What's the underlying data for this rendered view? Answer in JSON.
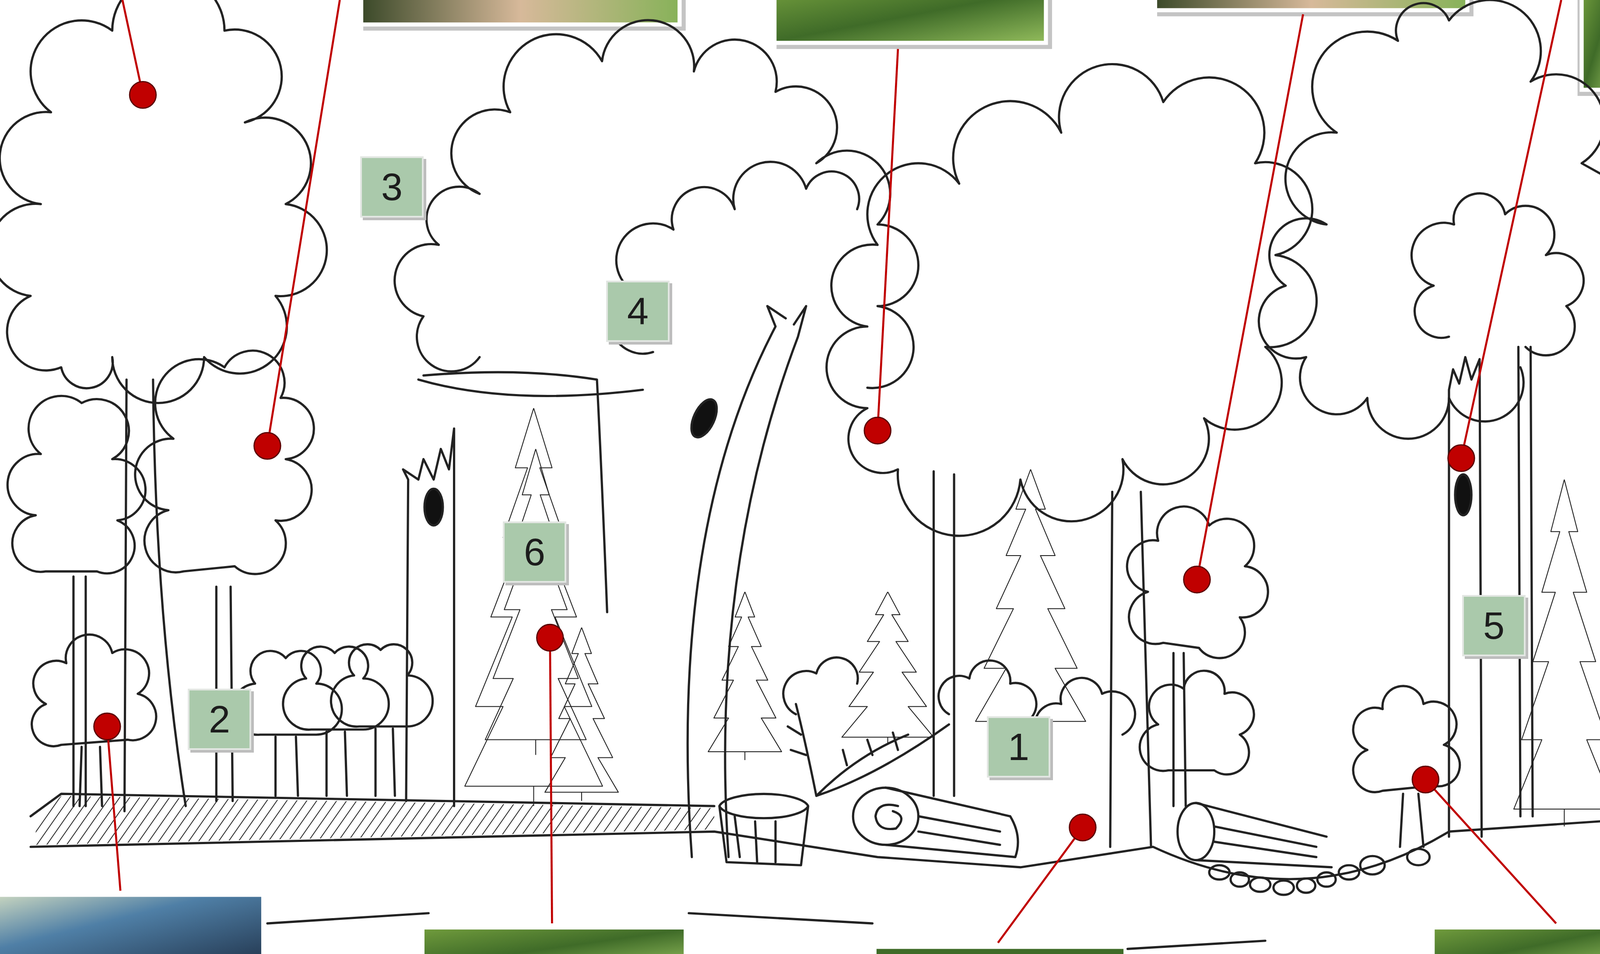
{
  "diagram": {
    "labels": [
      "3",
      "4",
      "6",
      "5",
      "2",
      "1"
    ]
  }
}
